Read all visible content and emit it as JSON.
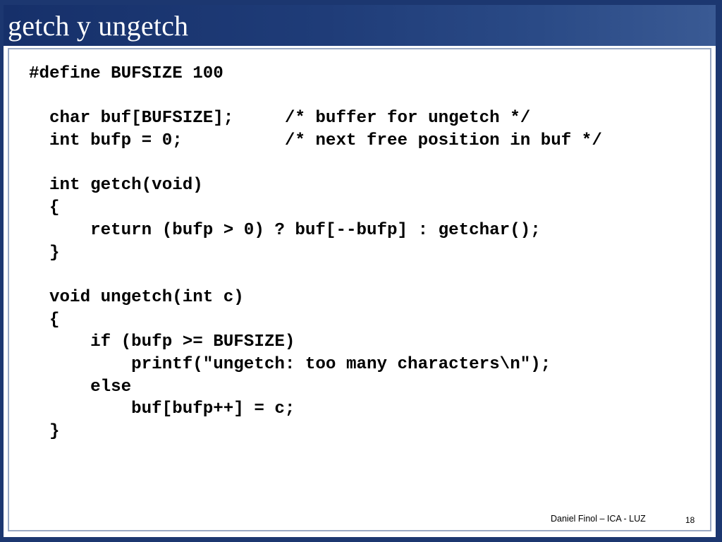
{
  "slide": {
    "title": "getch y ungetch",
    "code_lines": [
      "#define BUFSIZE 100",
      "",
      "  char buf[BUFSIZE];     /* buffer for ungetch */",
      "  int bufp = 0;          /* next free position in buf */",
      "",
      "  int getch(void)",
      "  {",
      "      return (bufp > 0) ? buf[--bufp] : getchar();",
      "  }",
      "",
      "  void ungetch(int c)",
      "  {",
      "      if (bufp >= BUFSIZE)",
      "          printf(\"ungetch: too many characters\\n\");",
      "      else",
      "          buf[bufp++] = c;",
      "  }"
    ],
    "footer": "Daniel Finol – ICA - LUZ",
    "page_number": "18"
  },
  "colors": {
    "title_bar": "#1f3c78",
    "border": "#1c3770",
    "inner_frame": "#9aa9c4",
    "title_text": "#ffffff",
    "code_text": "#000000"
  }
}
